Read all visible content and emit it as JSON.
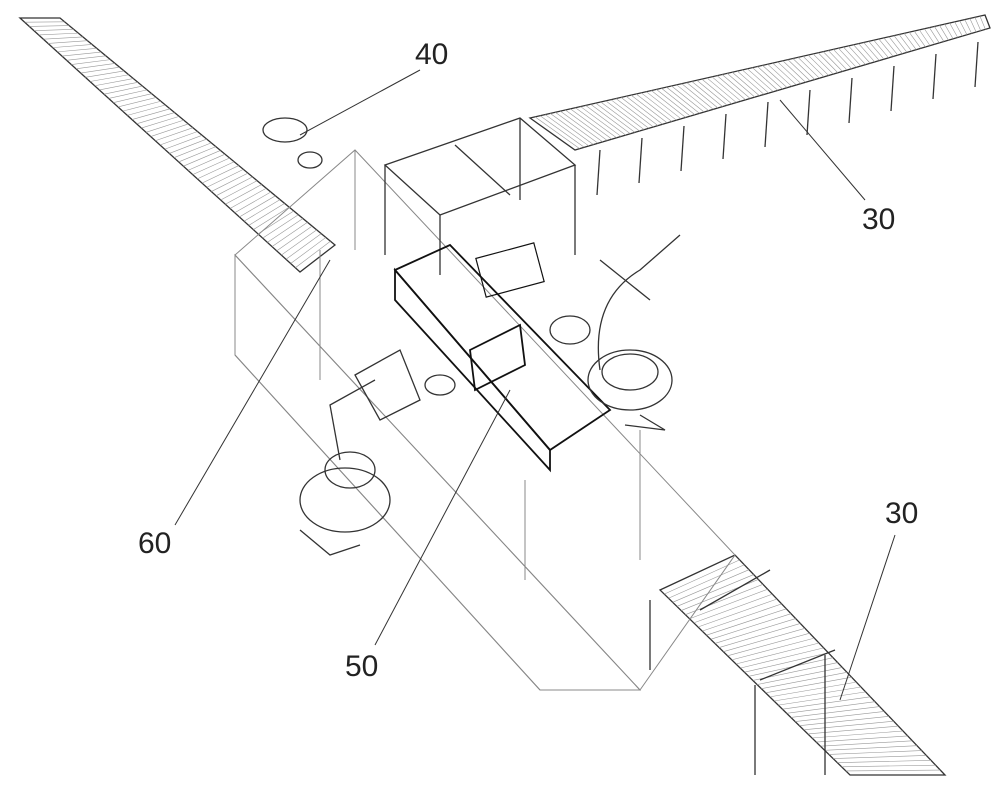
{
  "figure": {
    "labels": {
      "module_40": "40",
      "conveyor_30_upper": "30",
      "module_60": "60",
      "module_50": "50",
      "conveyor_30_lower": "30"
    },
    "colors": {
      "line": "#333333",
      "light": "#8a8a8a",
      "background": "#ffffff"
    }
  }
}
